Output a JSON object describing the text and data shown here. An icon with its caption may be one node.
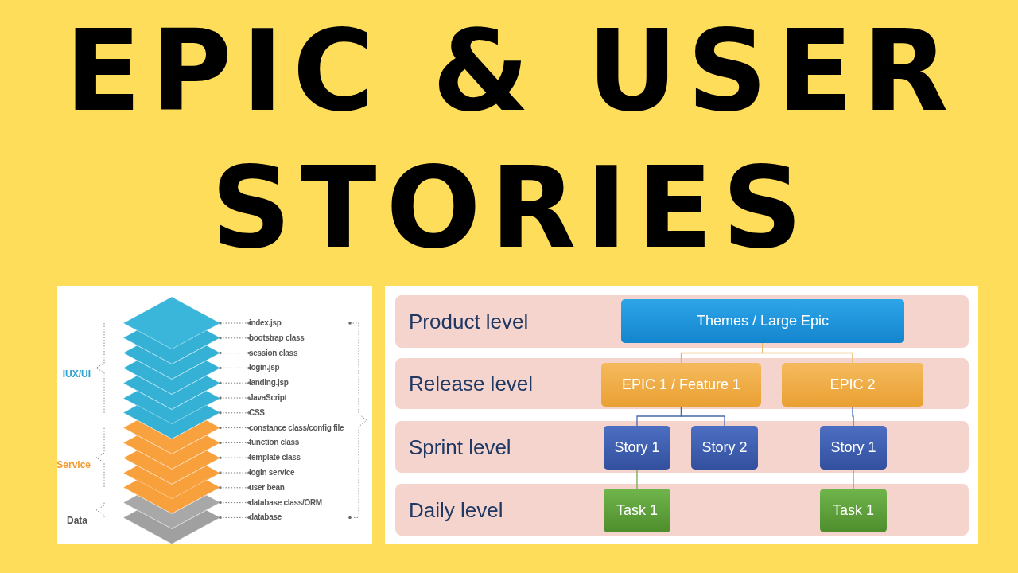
{
  "diagram": {
    "title": "EPIC & USER STORIES",
    "nodes": [
      {
        "text": [],
        "shape": "diamond"
      },
      {
        "text": [],
        "shape": "diamond"
      },
      {
        "text": [],
        "shape": "diamond"
      },
      {
        "text": [],
        "shape": "diamond"
      },
      {
        "text": [],
        "shape": "diamond"
      },
      {
        "text": [],
        "shape": "diamond"
      },
      {
        "text": [],
        "shape": "diamond"
      },
      {
        "text": [],
        "shape": "diamond"
      },
      {
        "text": [],
        "shape": "diamond"
      },
      {
        "text": [],
        "shape": "diamond"
      },
      {
        "text": [],
        "shape": "diamond"
      },
      {
        "text": [],
        "shape": "diamond"
      },
      {
        "text": [],
        "shape": "diamond"
      },
      {
        "text": [],
        "shape": "diamond"
      },
      {
        "text": [
          "index.jsp"
        ]
      },
      {
        "text": [
          "bootstrap class"
        ]
      },
      {
        "text": [
          "session class"
        ]
      },
      {
        "text": [
          "login.jsp"
        ]
      },
      {
        "text": [
          "landing.jsp"
        ]
      },
      {
        "text": [
          "JavaScript"
        ]
      },
      {
        "text": [
          "CSS"
        ]
      },
      {
        "text": [
          "constance class/config file"
        ]
      },
      {
        "text": [
          "function class"
        ]
      },
      {
        "text": [
          "template class"
        ]
      },
      {
        "text": [
          "login service"
        ]
      },
      {
        "text": [
          "user bean"
        ]
      },
      {
        "text": [
          "database class/ORM"
        ]
      },
      {
        "text": [
          "database"
        ]
      },
      {
        "text": [
          "Product level"
        ]
      },
      {
        "text": [
          "Themes / Large Epic"
        ],
        "in": 28
      },
      {
        "text": [
          "Release level"
        ]
      },
      {
        "text": [
          "EPIC 1 / Feature 1"
        ],
        "in": 30
      },
      {
        "text": [
          "EPIC 2"
        ],
        "in": 30
      },
      {
        "text": [
          "Sprint level"
        ]
      },
      {
        "text": [
          "Story 1"
        ],
        "in": 33
      },
      {
        "text": [
          "Story 2"
        ],
        "in": 33
      },
      {
        "text": [
          "Story 1"
        ],
        "in": 33
      },
      {
        "text": [
          "Daily level"
        ]
      },
      {
        "text": [
          "Task 1"
        ],
        "in": 37
      },
      {
        "text": [
          "Task 1"
        ],
        "in": 37
      }
    ],
    "edges": [
      {
        "from": 14,
        "to": 0,
        "arrow": "other",
        "style": "dashed"
      },
      {
        "from": 15,
        "to": 1,
        "arrow": "other",
        "style": "dashed"
      },
      {
        "from": 16,
        "to": 2,
        "arrow": "other",
        "style": "dashed"
      },
      {
        "from": 17,
        "to": 3,
        "arrow": "other",
        "style": "dashed"
      },
      {
        "from": 18,
        "to": 4,
        "arrow": "other",
        "style": "dashed"
      },
      {
        "from": 19,
        "to": 5,
        "arrow": "other",
        "style": "dashed"
      },
      {
        "from": 20,
        "to": 6,
        "arrow": "other",
        "style": "dashed"
      },
      {
        "from": 21,
        "to": 7,
        "arrow": "other",
        "style": "dashed"
      },
      {
        "from": 22,
        "to": 8,
        "arrow": "other",
        "style": "dashed"
      },
      {
        "from": 23,
        "to": 9,
        "arrow": "other",
        "style": "dashed"
      },
      {
        "from": 24,
        "to": 10,
        "arrow": "other",
        "style": "dashed"
      },
      {
        "from": 25,
        "to": 11,
        "arrow": "other",
        "style": "dashed"
      },
      {
        "from": 26,
        "to": 12,
        "arrow": "other",
        "style": "dashed"
      },
      {
        "from": 27,
        "to": 13,
        "arrow": "other",
        "style": "dashed"
      },
      {
        "from": 29,
        "to": 31,
        "arrow": "none",
        "color": "#eab35c"
      },
      {
        "from": 29,
        "to": 32,
        "arrow": "none",
        "color": "#eab35c"
      },
      {
        "from": 31,
        "to": 34,
        "arrow": "none",
        "color": "#4a6aab"
      },
      {
        "from": 31,
        "to": 35,
        "arrow": "none",
        "color": "#4a6aab"
      },
      {
        "from": 32,
        "to": 36,
        "arrow": "none",
        "color": "#4a6aab"
      },
      {
        "from": 34,
        "to": 38,
        "arrow": "none",
        "color": "#70ad47"
      },
      {
        "from": 36,
        "to": 39,
        "arrow": "none",
        "color": "#70ad47"
      }
    ],
    "labels": [
      "IUX/UI",
      "Service",
      "Data"
    ]
  }
}
